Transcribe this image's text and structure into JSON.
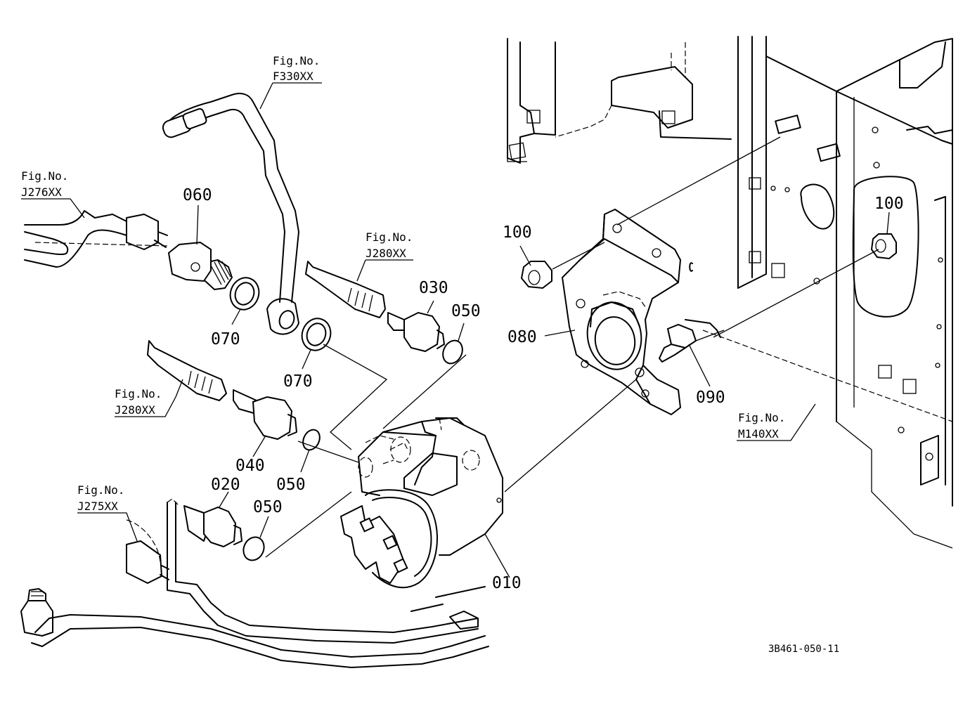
{
  "figure_refs": {
    "f330": {
      "label": "Fig.No.",
      "code": "F330XX"
    },
    "j276": {
      "label": "Fig.No.",
      "code": "J276XX"
    },
    "j280_top": {
      "label": "Fig.No.",
      "code": "J280XX"
    },
    "j280_left": {
      "label": "Fig.No.",
      "code": "J280XX"
    },
    "j275": {
      "label": "Fig.No.",
      "code": "J275XX"
    },
    "m140": {
      "label": "Fig.No.",
      "code": "M140XX"
    }
  },
  "parts": {
    "p010": "010",
    "p020": "020",
    "p030": "030",
    "p040": "040",
    "p050_a": "050",
    "p050_b": "050",
    "p050_c": "050",
    "p060": "060",
    "p070_a": "070",
    "p070_b": "070",
    "p080": "080",
    "p090": "090",
    "p100_a": "100",
    "p100_b": "100"
  },
  "drawing_code": "3B461-050-11"
}
